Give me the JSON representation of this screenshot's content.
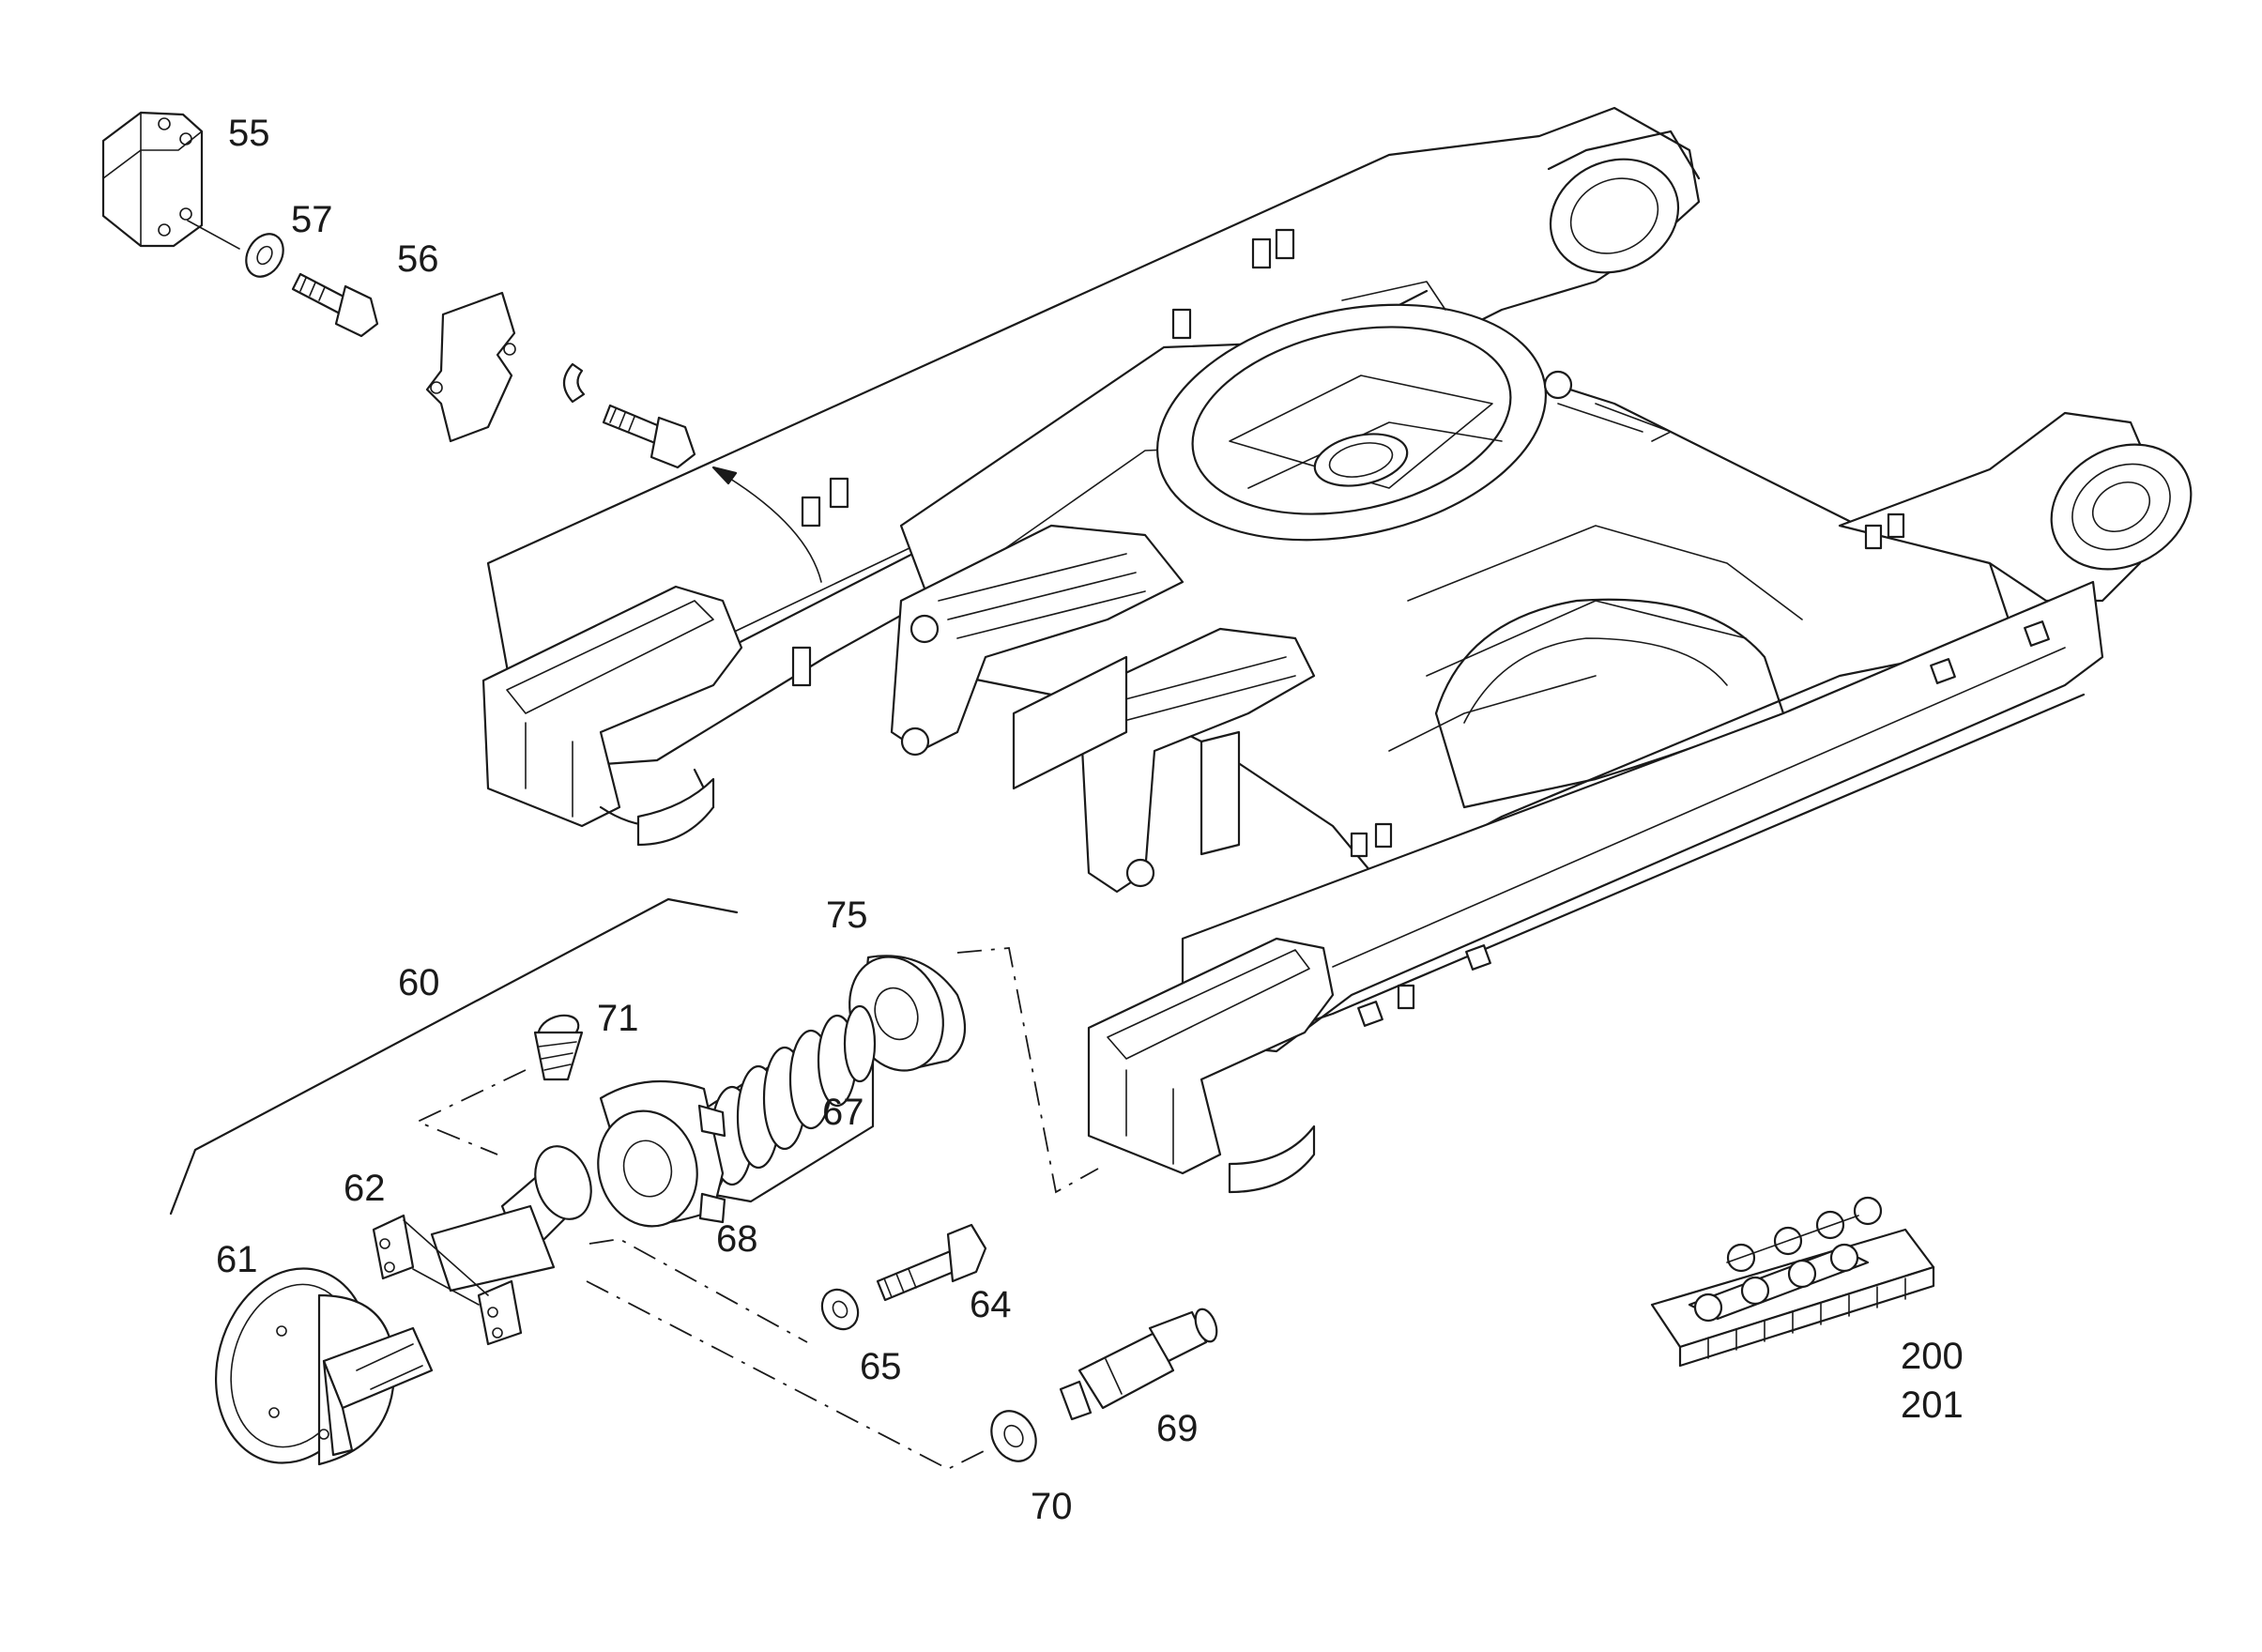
{
  "parts": [
    {
      "id": "55",
      "label": "55"
    },
    {
      "id": "57",
      "label": "57"
    },
    {
      "id": "56",
      "label": "56"
    },
    {
      "id": "60",
      "label": "60"
    },
    {
      "id": "71",
      "label": "71"
    },
    {
      "id": "75",
      "label": "75"
    },
    {
      "id": "67",
      "label": "67"
    },
    {
      "id": "62",
      "label": "62"
    },
    {
      "id": "68",
      "label": "68"
    },
    {
      "id": "61",
      "label": "61"
    },
    {
      "id": "64",
      "label": "64"
    },
    {
      "id": "65",
      "label": "65"
    },
    {
      "id": "69",
      "label": "69"
    },
    {
      "id": "70",
      "label": "70"
    },
    {
      "id": "200",
      "label": "200"
    },
    {
      "id": "201",
      "label": "201"
    }
  ]
}
